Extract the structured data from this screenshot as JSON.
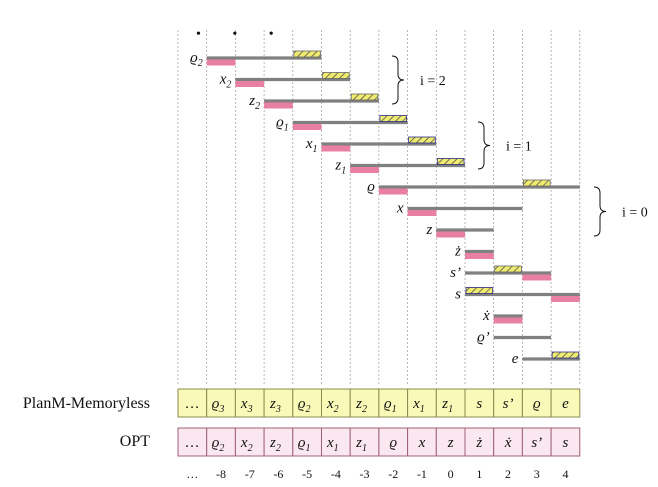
{
  "diagram": {
    "colors": {
      "bar": "#808080",
      "pink": "#ea7fa5",
      "hatch_yellow": "#f0ec6e",
      "hatch_blue": "#2b2b8f",
      "plan_fill": "#fafab8",
      "plan_stroke": "#8a8a50",
      "opt_fill": "#fbe7ef",
      "opt_stroke": "#a0607a"
    },
    "top_dots": "• • •",
    "rows": [
      {
        "label": "ϱ",
        "sub": "2"
      },
      {
        "label": "x",
        "sub": "2"
      },
      {
        "label": "z",
        "sub": "2"
      },
      {
        "label": "ϱ",
        "sub": "1"
      },
      {
        "label": "x",
        "sub": "1"
      },
      {
        "label": "z",
        "sub": "1"
      },
      {
        "label": "ϱ",
        "sub": ""
      },
      {
        "label": "x",
        "sub": ""
      },
      {
        "label": "z",
        "sub": ""
      },
      {
        "label": "ż",
        "sub": ""
      },
      {
        "label": "s’",
        "sub": ""
      },
      {
        "label": "s",
        "sub": ""
      },
      {
        "label": "ẋ",
        "sub": ""
      },
      {
        "label": "ϱ’",
        "sub": ""
      },
      {
        "label": "e",
        "sub": ""
      }
    ],
    "braces": [
      {
        "label": "i = 2"
      },
      {
        "label": "i = 1"
      },
      {
        "label": "i = 0"
      }
    ],
    "plan_label": "PlanM-Memoryless",
    "opt_label": "OPT",
    "plan_cells": [
      {
        "t": "…",
        "sub": ""
      },
      {
        "t": "ϱ",
        "sub": "3"
      },
      {
        "t": "x",
        "sub": "3"
      },
      {
        "t": "z",
        "sub": "3"
      },
      {
        "t": "ϱ",
        "sub": "2"
      },
      {
        "t": "x",
        "sub": "2"
      },
      {
        "t": "z",
        "sub": "2"
      },
      {
        "t": "ϱ",
        "sub": "1"
      },
      {
        "t": "x",
        "sub": "1"
      },
      {
        "t": "z",
        "sub": "1"
      },
      {
        "t": "s",
        "sub": ""
      },
      {
        "t": "s’",
        "sub": ""
      },
      {
        "t": "ϱ",
        "sub": ""
      },
      {
        "t": "e",
        "sub": ""
      }
    ],
    "opt_cells": [
      {
        "t": "…",
        "sub": ""
      },
      {
        "t": "ϱ",
        "sub": "2"
      },
      {
        "t": "x",
        "sub": "2"
      },
      {
        "t": "z",
        "sub": "2"
      },
      {
        "t": "ϱ",
        "sub": "1"
      },
      {
        "t": "x",
        "sub": "1"
      },
      {
        "t": "z",
        "sub": "1"
      },
      {
        "t": "ϱ",
        "sub": ""
      },
      {
        "t": "x",
        "sub": ""
      },
      {
        "t": "z",
        "sub": ""
      },
      {
        "t": "ż",
        "sub": ""
      },
      {
        "t": "ẋ",
        "sub": ""
      },
      {
        "t": "s’",
        "sub": ""
      },
      {
        "t": "s",
        "sub": ""
      }
    ],
    "axis_ticks": [
      "…",
      "-8",
      "-7",
      "-6",
      "-5",
      "-4",
      "-3",
      "-2",
      "-1",
      "0",
      "1",
      "2",
      "3",
      "4"
    ]
  }
}
